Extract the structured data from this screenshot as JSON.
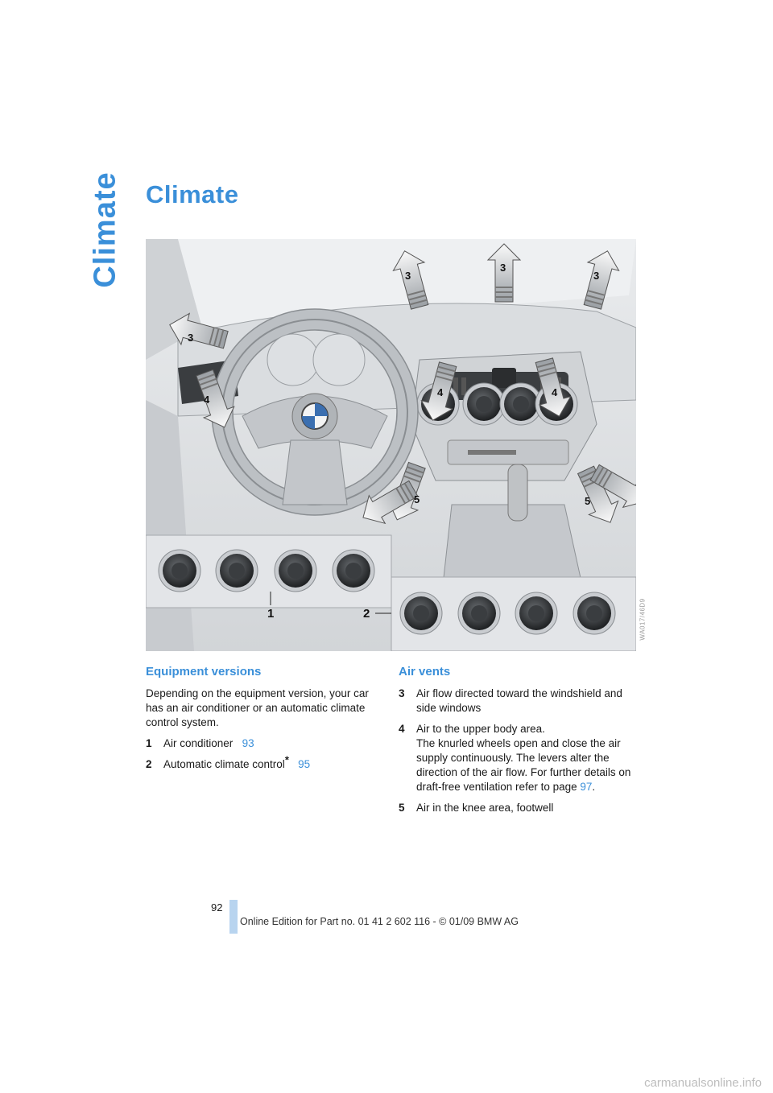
{
  "side_tab": "Climate",
  "title": "Climate",
  "figure": {
    "callouts": [
      "1",
      "2",
      "3",
      "4",
      "5"
    ],
    "code": "WA017/46D9"
  },
  "equipment": {
    "heading": "Equipment versions",
    "intro": "Depending on the equipment version, your car has an air conditioner or an automatic climate control system.",
    "items": [
      {
        "num": "1",
        "text": "Air conditioner",
        "page": "93",
        "star": ""
      },
      {
        "num": "2",
        "text": "Automatic climate control",
        "page": "95",
        "star": "*"
      }
    ]
  },
  "vents": {
    "heading": "Air vents",
    "items": [
      {
        "num": "3",
        "text": "Air flow directed toward the windshield and side windows"
      },
      {
        "num": "4",
        "text": "Air to the upper body area.",
        "text2a": "The knurled wheels open and close the air supply continuously. The levers alter the direction of the air flow. For further details on draft-free ventilation refer to page ",
        "page": "97",
        "text2b": "."
      },
      {
        "num": "5",
        "text": "Air in the knee area, footwell"
      }
    ]
  },
  "page_number": "92",
  "footer": "Online Edition for Part no. 01 41 2 602 116 - © 01/09 BMW AG",
  "watermark": "carmanualsonline.info"
}
